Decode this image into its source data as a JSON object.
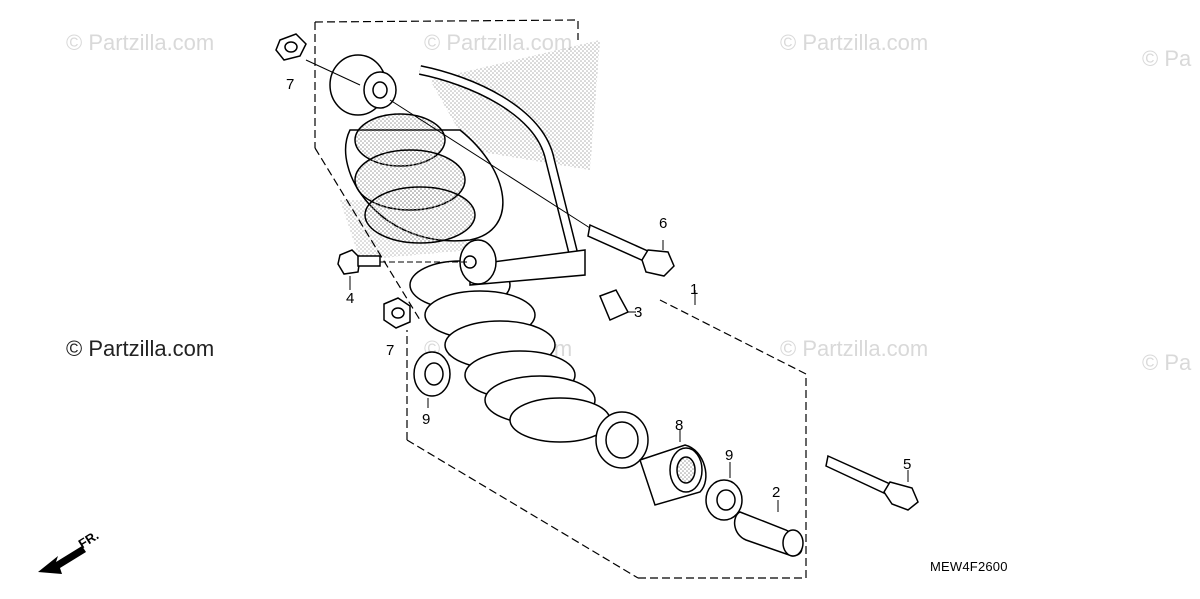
{
  "watermarks": [
    {
      "text": "© Partzilla.com"
    },
    {
      "text": "© Partzilla.com"
    },
    {
      "text": "© Partzilla.com"
    },
    {
      "text": "© Pa"
    },
    {
      "text": "© Partzilla.com"
    },
    {
      "text": "© Partzilla.com"
    },
    {
      "text": "© Pa"
    }
  ],
  "main_watermark": "© Partzilla.com",
  "callouts": {
    "p7a": "7",
    "p6": "6",
    "p1": "1",
    "p4": "4",
    "p3": "3",
    "p7b": "7",
    "p9a": "9",
    "p8": "8",
    "p9b": "9",
    "p5": "5",
    "p2": "2"
  },
  "diagram_code": "MEW4F2600",
  "direction_label": "FR.",
  "colors": {
    "line": "#000000",
    "stipple": "#9a9a9a",
    "watermark": "#d9d9d9"
  }
}
